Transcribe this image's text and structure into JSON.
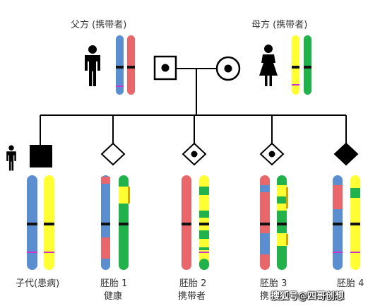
{
  "labels": {
    "father": "父方 (携带者)",
    "mother": "母方 (携带者)",
    "child": "子代(患病)",
    "embryo1_title": "胚胎 1",
    "embryo1_status": "健康",
    "embryo2_title": "胚胎 2",
    "embryo2_status": "携带者",
    "embryo3_title": "胚胎 3",
    "embryo3_status": "携",
    "embryo4_title": "胚胎 4",
    "watermark": "搜狐号@四哥创想"
  },
  "colors": {
    "blue": "#5b8ed1",
    "red": "#e8676a",
    "yellow": "#ffff33",
    "green": "#22b24c",
    "centromere": "#111111",
    "mutation_mark": "#cc33cc",
    "line": "#000000"
  },
  "icons": [
    "male-person-icon",
    "female-person-icon",
    "small-male-person-icon"
  ]
}
